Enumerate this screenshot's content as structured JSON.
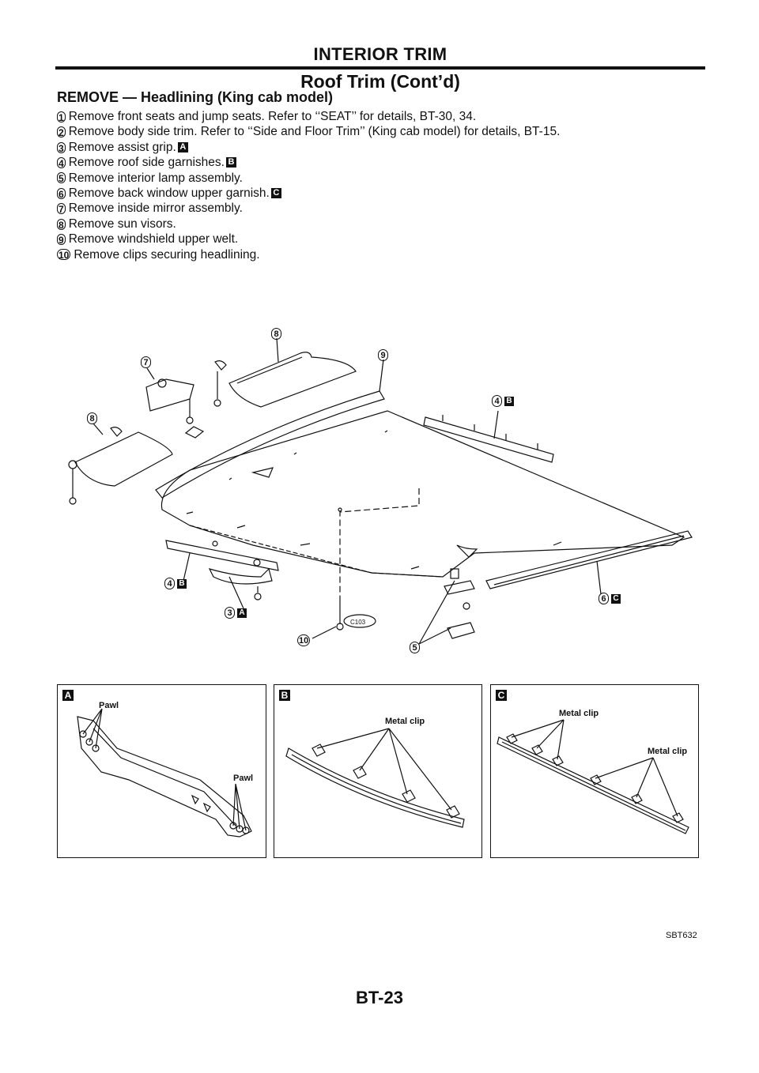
{
  "header": {
    "title": "INTERIOR TRIM",
    "subtitle": "Roof Trim (Cont’d)"
  },
  "section_title": "REMOVE — Headlining (King cab model)",
  "steps": [
    {
      "num": "1",
      "text": "Remove front seats and jump seats. Refer to ‘‘SEAT’’ for details, BT-30, 34.",
      "badge": ""
    },
    {
      "num": "2",
      "text": "Remove body side trim. Refer to ‘‘Side and Floor Trim’’ (King cab model) for details, BT-15.",
      "badge": ""
    },
    {
      "num": "3",
      "text": "Remove assist grip.",
      "badge": "A"
    },
    {
      "num": "4",
      "text": "Remove roof side garnishes.",
      "badge": "B"
    },
    {
      "num": "5",
      "text": "Remove interior lamp assembly.",
      "badge": ""
    },
    {
      "num": "6",
      "text": "Remove back window upper garnish.",
      "badge": "C"
    },
    {
      "num": "7",
      "text": "Remove inside mirror assembly.",
      "badge": ""
    },
    {
      "num": "8",
      "text": "Remove sun visors.",
      "badge": ""
    },
    {
      "num": "9",
      "text": "Remove windshield upper welt.",
      "badge": ""
    },
    {
      "num": "10",
      "text": "Remove clips securing headlining.",
      "badge": ""
    }
  ],
  "diagram": {
    "callouts": {
      "c8a": "8",
      "c7": "7",
      "c8b": "8",
      "c9": "9",
      "c4a": "4",
      "c4a_badge": "B",
      "c4b": "4",
      "c4b_badge": "B",
      "c3": "3",
      "c3_badge": "A",
      "c6": "6",
      "c6_badge": "C",
      "c10": "10",
      "c5": "5"
    },
    "clip_code": "C103"
  },
  "panels": {
    "a": {
      "badge": "A",
      "label_top": "Pawl",
      "label_bottom": "Pawl"
    },
    "b": {
      "badge": "B",
      "label": "Metal clip"
    },
    "c": {
      "badge": "C",
      "label_top": "Metal clip",
      "label_bottom": "Metal clip"
    }
  },
  "figure_id": "SBT632",
  "page_number": "BT-23"
}
